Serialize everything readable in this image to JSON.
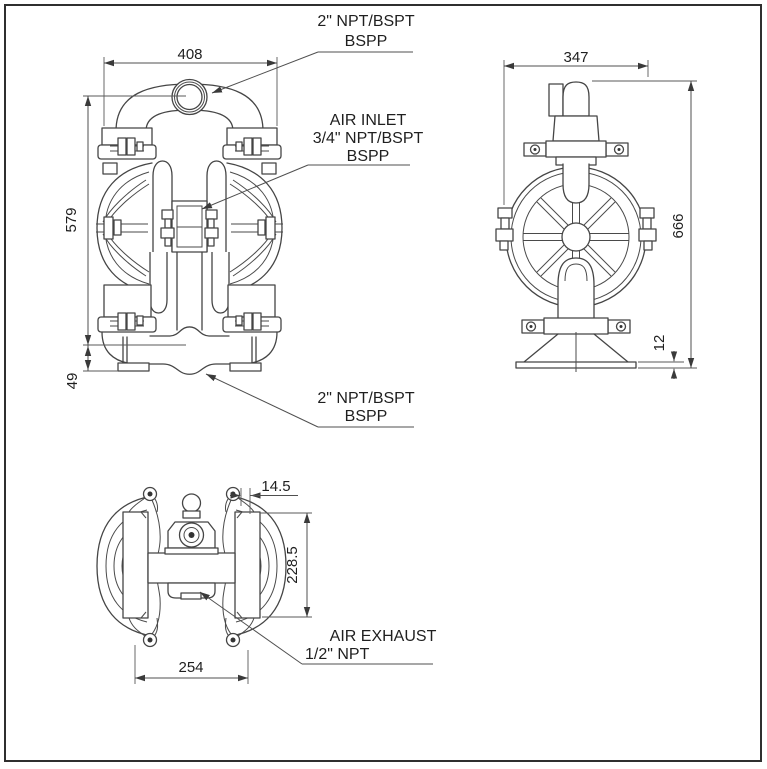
{
  "front_view": {
    "width": "408",
    "height": "579",
    "foot_height": "49",
    "discharge_port": {
      "line1": "2\" NPT/BSPT",
      "line2": "BSPP"
    },
    "air_inlet": {
      "line1": "AIR INLET",
      "line2": "3/4\" NPT/BSPT",
      "line3": "BSPP"
    },
    "suction_port": {
      "line1": "2\" NPT/BSPT",
      "line2": "BSPP"
    }
  },
  "side_view": {
    "width": "347",
    "height": "666",
    "base_plate_thickness": "12"
  },
  "top_view": {
    "bolt_offset": "14.5",
    "depth": "228.5",
    "port_spacing": "254",
    "air_exhaust": {
      "line1": "AIR EXHAUST",
      "line2": "1/2\" NPT"
    }
  }
}
